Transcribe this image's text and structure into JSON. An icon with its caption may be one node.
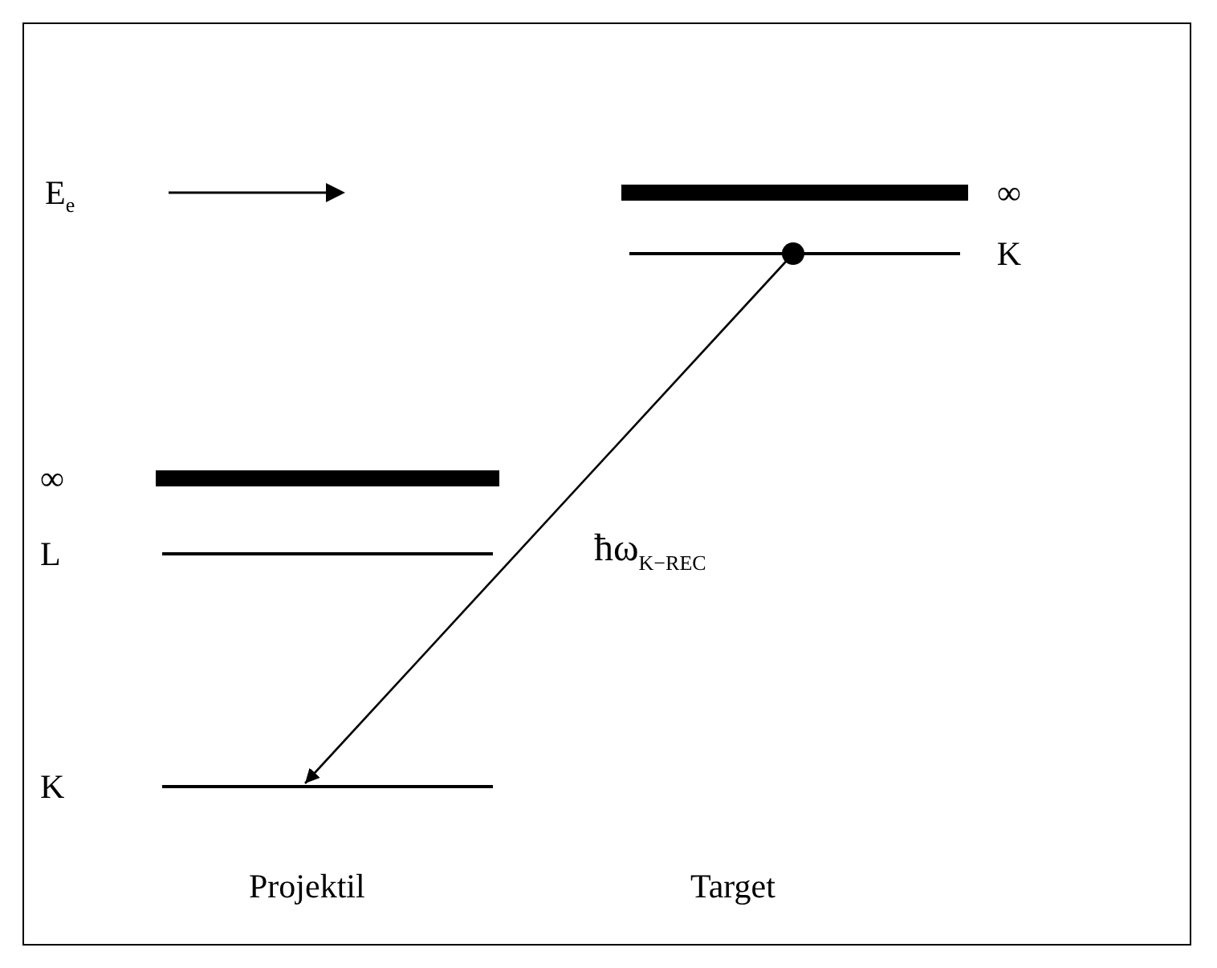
{
  "diagram": {
    "nodes": [
      {
        "text": [
          "∞"
        ]
      },
      {
        "text": [
          "L"
        ]
      },
      {
        "text": [
          "K"
        ]
      },
      {
        "text": [
          "∞"
        ]
      },
      {
        "text": [
          "K"
        ]
      }
    ],
    "edges": [
      {
        "from": 4,
        "to": 2,
        "arrow": "to",
        "label": "ħω$_{K−REC}$"
      }
    ],
    "labels": [
      "E$_{e}$",
      "Projektil",
      "Target"
    ]
  }
}
